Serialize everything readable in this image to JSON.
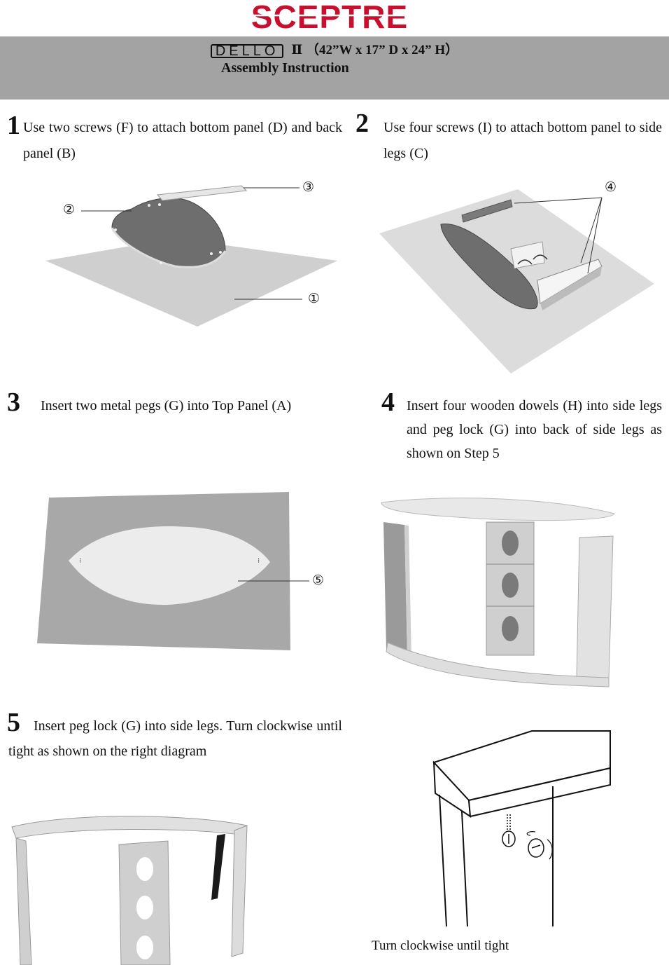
{
  "header": {
    "brand": "SCEPTRE",
    "model": "DELLO",
    "model_suffix": "Ⅱ",
    "dimensions": "（42”W x 17” D x 24” H）",
    "title": "Assembly Instruction"
  },
  "steps": [
    {
      "number": "1",
      "text": "Use two screws (F) to attach bottom panel (D) and back panel (B)"
    },
    {
      "number": "2",
      "text": "Use four screws (I) to attach bottom panel to side legs (C)"
    },
    {
      "number": "3",
      "text": "Insert two metal pegs (G) into Top Panel (A)"
    },
    {
      "number": "4",
      "text": "Insert four wooden dowels (H) into side legs and peg lock (G) into back of side legs as shown on Step 5"
    },
    {
      "number": "5",
      "text": "Insert peg lock (G) into side legs. Turn clockwise until tight as shown on the right diagram"
    }
  ],
  "callouts": {
    "c1": "①",
    "c2": "②",
    "c3": "③",
    "c4": "④",
    "c5": "⑤"
  },
  "caption": "Turn clockwise until tight",
  "colors": {
    "brand_red": "#c8102e",
    "header_gray": "#a3a3a3",
    "panel_dark": "#6e6e6e",
    "surface_light": "#cfcfcf"
  }
}
